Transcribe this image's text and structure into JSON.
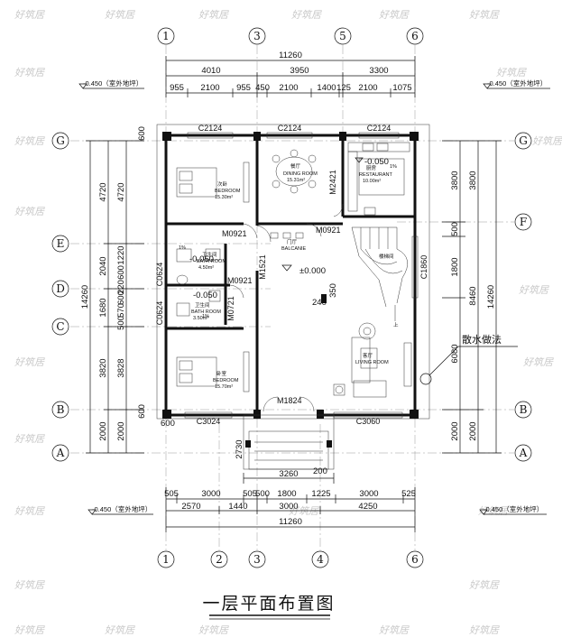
{
  "title": "一层平面布置图",
  "note": "散水做法",
  "watermark": "好筑居",
  "axes_top": [
    "1",
    "3",
    "5",
    "6"
  ],
  "axes_bottom": [
    "1",
    "2",
    "3",
    "4",
    "6"
  ],
  "axes_left": [
    "G",
    "E",
    "D",
    "C",
    "B",
    "A"
  ],
  "axes_right": [
    "G",
    "F",
    "B",
    "A"
  ],
  "dims_top_total": "11260",
  "dims_top_row2": [
    "4010",
    "3950",
    "3300"
  ],
  "dims_top_row3": [
    "955",
    "2100",
    "955",
    "450",
    "2100",
    "1400",
    "125",
    "2100",
    "1075"
  ],
  "dims_bottom_row1": [
    "505",
    "3000",
    "505",
    "500",
    "1800",
    "1225",
    "3000",
    "525"
  ],
  "dims_bottom_row2": [
    "2570",
    "1440",
    "3000",
    "4250"
  ],
  "dims_bottom_total": "11260",
  "dims_left_outer": [
    "4720",
    "2040",
    "1680",
    "3820",
    "2000"
  ],
  "dims_left_inner": [
    "4720",
    "1220",
    "600",
    "220",
    "600",
    "570",
    "500",
    "3828",
    "2000"
  ],
  "dims_left_total": "14260",
  "dims_right_inner": [
    "3800",
    "500",
    "1800",
    "6080",
    "2000"
  ],
  "dims_right_outer": [
    "3800",
    "8460",
    "2000"
  ],
  "dims_right_total": "14260",
  "elev_outdoor": "-0.450（室外地坪）",
  "elev_floor": "±0.000",
  "elev_wet": "-0.050",
  "windows": [
    "C2124",
    "C2124",
    "C2124",
    "C3024",
    "C3060",
    "C0624",
    "C0624",
    "C1860"
  ],
  "doors": [
    "M0921",
    "M0921",
    "M0921",
    "M2421",
    "M1521",
    "M0721",
    "M1824"
  ],
  "rooms": [
    "次卧",
    "BEDROOM",
    "15.30m²",
    "餐厅",
    "DINING ROOM",
    "15.31m²",
    "厨房",
    "RESTAURANT",
    "10.00m²",
    "卫生间",
    "BATH ROOM",
    "4.50m²",
    "卫生间",
    "BATH ROOM",
    "3.50m²",
    "客厅",
    "LIVING ROOM",
    "卧室",
    "BEDROOM",
    "15.70m²",
    "门厅",
    "BALCANIE"
  ],
  "misc": [
    "1%",
    "1%",
    "1%",
    "240",
    "600",
    "600",
    "600",
    "350",
    "200",
    "2730",
    "3260",
    "上",
    "楼梯间"
  ]
}
